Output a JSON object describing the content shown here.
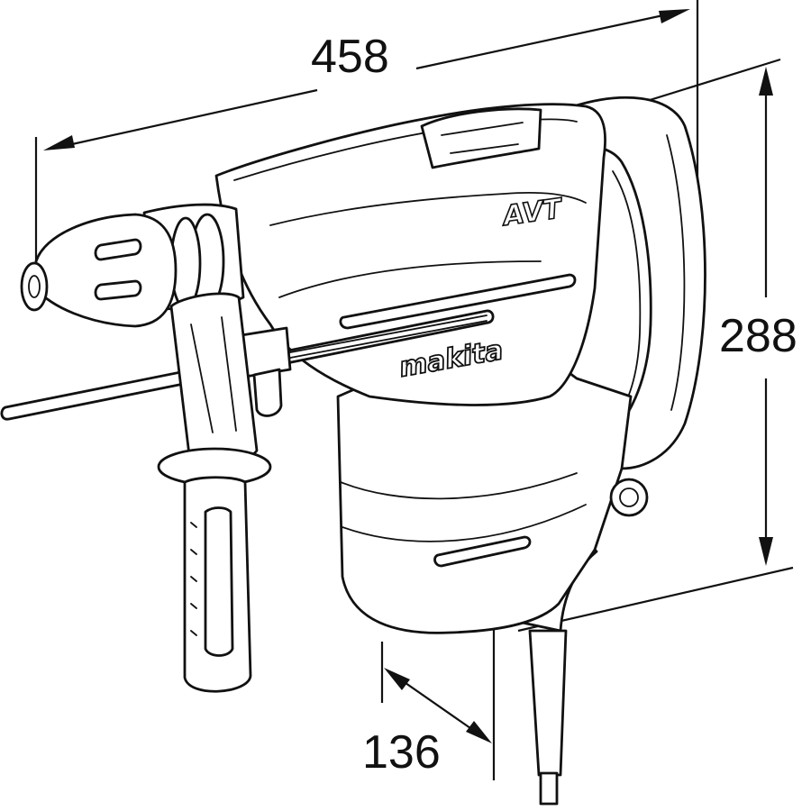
{
  "dimensions": {
    "length": "458",
    "height": "288",
    "width": "136"
  },
  "branding": {
    "logo": "makita",
    "model_badge": "AVT"
  }
}
